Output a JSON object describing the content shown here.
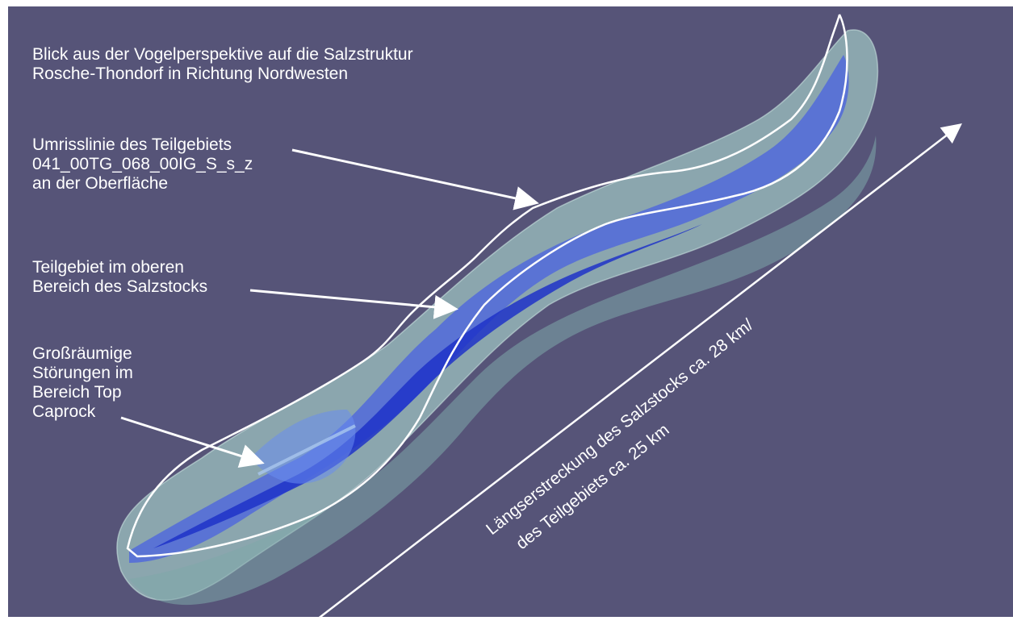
{
  "title": "Blick aus der Vogelperspektive auf die Salzstruktur\nRosche-Thondorf in Richtung Nordwesten",
  "annotations": {
    "outline": "Umrisslinie des Teilgebiets\n041_00TG_068_00IG_S_s_z\nan der Oberfläche",
    "subarea": "Teilgebiet im oberen\nBereich des Salzstocks",
    "faults": "Großräumige\nStörungen im\nBereich Top\nCaprock"
  },
  "length_label": {
    "line1": "Längserstreckung des Salzstocks ca. 28 km/",
    "line2": "des Teilgebiets ca. 25 km"
  },
  "colors": {
    "background": "#565478",
    "salt_dome": "#9fc6c4",
    "salt_dome_dark": "#7fa8aa",
    "subarea": "#4a62e0",
    "subarea_core": "#1f33c8",
    "outline": "#ffffff",
    "text": "#ffffff"
  }
}
